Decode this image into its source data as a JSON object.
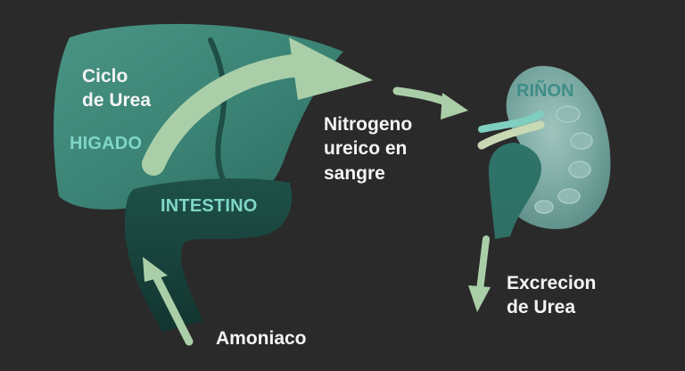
{
  "labels": {
    "ciclo_line1": "Ciclo",
    "ciclo_line2": "de Urea",
    "higado": "HIGADO",
    "intestino": "INTESTINO",
    "nitrogeno_line1": "Nitrogeno",
    "nitrogeno_line2": "ureico en",
    "nitrogeno_line3": "sangre",
    "rinon": "RIÑON",
    "excrecion_line1": "Excrecion",
    "excrecion_line2": "de Urea",
    "amoniaco": "Amoniaco"
  },
  "colors": {
    "background": "#2a2a2a",
    "liver": "#3a8274",
    "intestine": "#17423c",
    "kidney": "#6f9d98",
    "arrow": "#aacfa8",
    "organ_label": "#7fd6c6",
    "text": "#f4f4f4"
  }
}
